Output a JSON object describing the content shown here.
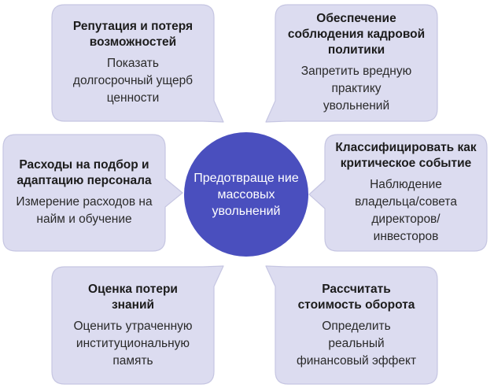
{
  "colors": {
    "box_fill": "#DCDCF0",
    "box_stroke": "#C6C6E2",
    "center_fill": "#4A4FBE"
  },
  "center": {
    "label": "Предотвраще ние массовых увольнений"
  },
  "boxes": [
    {
      "position": "top-left",
      "title": "Репутация и потеря возможностей",
      "description": "Показать долгосрочный ущерб ценности"
    },
    {
      "position": "top-right",
      "title": "Обеспечение соблюдения кадровой политики",
      "description": "Запретить вредную практику увольнений"
    },
    {
      "position": "middle-left",
      "title": "Расходы на подбор и адаптацию персонала",
      "description": "Измерение расходов на найм и обучение"
    },
    {
      "position": "middle-right",
      "title": "Классифицировать как критическое событие",
      "description": "Наблюдение владельца/совета директоров/ инвесторов"
    },
    {
      "position": "bottom-left",
      "title": "Оценка потери знаний",
      "description": "Оценить утраченную институциональную память"
    },
    {
      "position": "bottom-right",
      "title": "Рассчитать стоимость оборота",
      "description": "Определить реальный финансовый эффект"
    }
  ]
}
